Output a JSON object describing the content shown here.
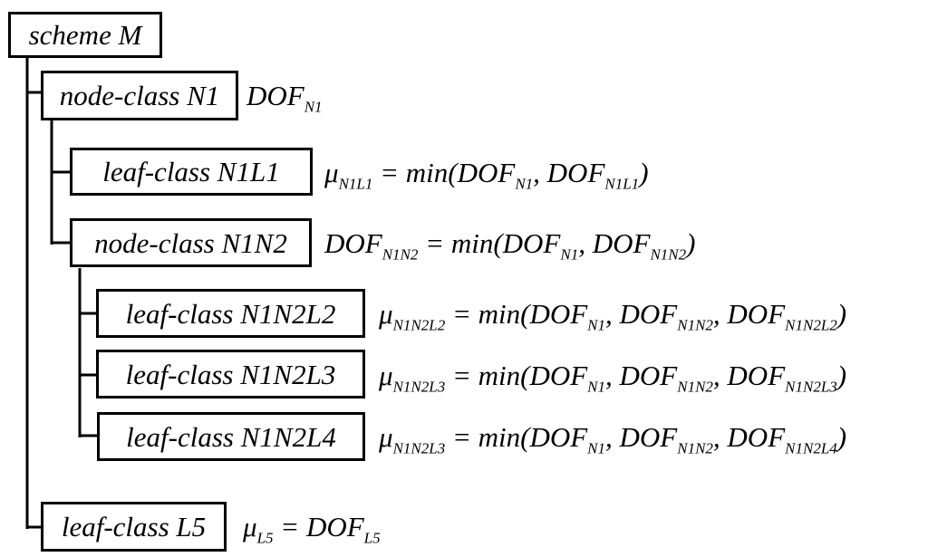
{
  "boxes": {
    "scheme_m": "scheme M",
    "node_n1": "node-class N1",
    "leaf_n1l1": "leaf-class N1L1",
    "node_n1n2": "node-class N1N2",
    "leaf_n1n2l2": "leaf-class N1N2L2",
    "leaf_n1n2l3": "leaf-class N1N2L3",
    "leaf_n1n2l4": "leaf-class N1N2L4",
    "leaf_l5": "leaf-class L5"
  },
  "symbols": {
    "mu": "μ",
    "eq": " = ",
    "dof": "DOF",
    "min_open": "min(",
    "close": ")",
    "comma": ", "
  },
  "subscripts": {
    "n1": "N1",
    "n1l1": "N1L1",
    "n1n2": "N1N2",
    "n1n2l2": "N1N2L2",
    "n1n2l3": "N1N2L3",
    "n1n2l4": "N1N2L4",
    "l5": "L5"
  }
}
